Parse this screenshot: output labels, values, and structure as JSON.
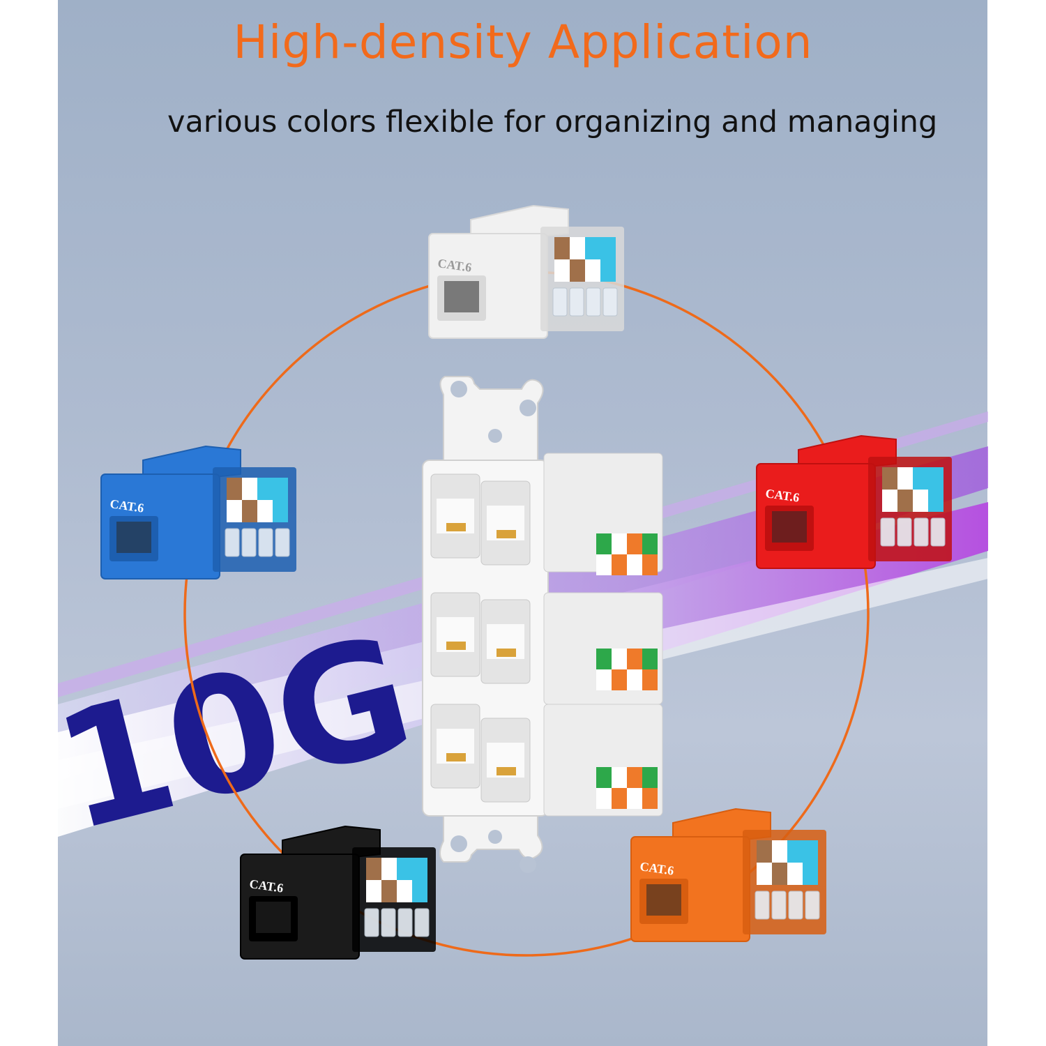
{
  "header": {
    "title": "High-density Application",
    "subtitle": "various colors flexible for organizing and managing"
  },
  "speed_label": "10G",
  "jack_label": "CAT.6",
  "keystone_jacks": [
    {
      "color_name": "white",
      "body": "#f1f1f1",
      "dark": "#d9d9d9"
    },
    {
      "color_name": "blue",
      "body": "#2a78d6",
      "dark": "#1d5fb0"
    },
    {
      "color_name": "red",
      "body": "#ea1c1c",
      "dark": "#c01010"
    },
    {
      "color_name": "black",
      "body": "#1b1b1b",
      "dark": "#000000"
    },
    {
      "color_name": "orange",
      "body": "#f2731f",
      "dark": "#d85e10"
    }
  ],
  "colors": {
    "accent": "#f26a1b",
    "ring": "#ee6a1a",
    "wire_brown": "#a0704a",
    "wire_blue": "#3ac2e6",
    "wire_green": "#2da84a",
    "wire_orange": "#ef7a2a"
  }
}
